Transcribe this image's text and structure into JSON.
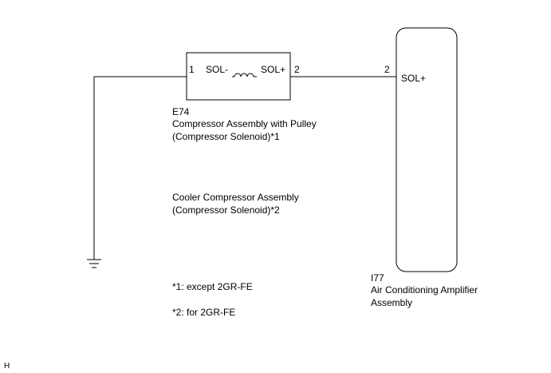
{
  "solenoid": {
    "connector": "E74",
    "pin_left": "1",
    "pin_left_name": "SOL-",
    "pin_right": "2",
    "pin_right_name": "SOL+",
    "name_line1": "Compressor Assembly with Pulley",
    "name_line2": "(Compressor Solenoid)*1",
    "alt_line1": "Cooler Compressor Assembly",
    "alt_line2": "(Compressor Solenoid)*2"
  },
  "amplifier": {
    "connector": "I77",
    "pin": "2",
    "pin_name": "SOL+",
    "name_line1": "Air Conditioning Amplifier",
    "name_line2": "Assembly"
  },
  "notes": {
    "note1": "*1: except 2GR-FE",
    "note2": "*2: for 2GR-FE"
  },
  "corner_mark": "H"
}
